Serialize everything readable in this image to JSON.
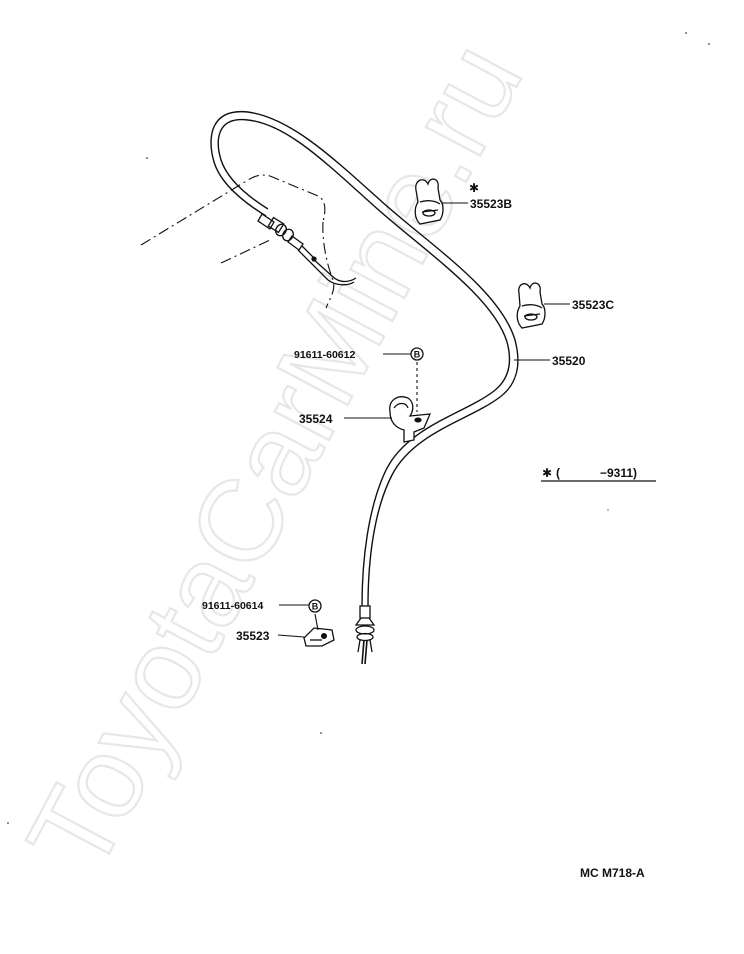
{
  "watermark": {
    "text": "ToyotaCarMine.ru",
    "color": "#e7e7e7"
  },
  "parts": {
    "clip_b": {
      "number": "35523B",
      "marker": "✱"
    },
    "clip_c": {
      "number": "35523C"
    },
    "cable": {
      "number": "35520"
    },
    "bolt_upper": {
      "number": "91611-60612",
      "callout": "B"
    },
    "clamp": {
      "number": "35524"
    },
    "bolt_lower": {
      "number": "91611-60614",
      "callout": "B"
    },
    "bracket": {
      "number": "35523"
    }
  },
  "legend": {
    "marker": "✱",
    "open_paren": "(",
    "range": "−9311)"
  },
  "footer": {
    "code": "MC M718-A"
  },
  "colors": {
    "ink": "#111111",
    "background": "#ffffff"
  }
}
